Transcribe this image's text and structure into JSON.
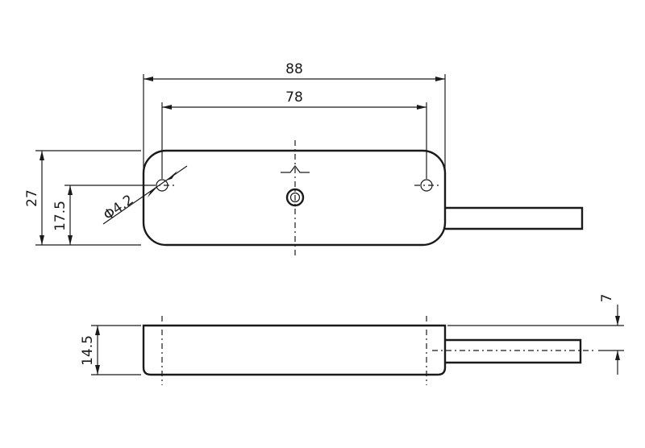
{
  "dimensions": {
    "overall_length": "88",
    "hole_spacing": "78",
    "height_total": "27",
    "hole_height": "17.5",
    "hole_diameter": "Φ4.2",
    "thickness": "14.5",
    "cable_offset": "7"
  },
  "colors": {
    "line": "#1a1a1a",
    "background": "#ffffff"
  }
}
